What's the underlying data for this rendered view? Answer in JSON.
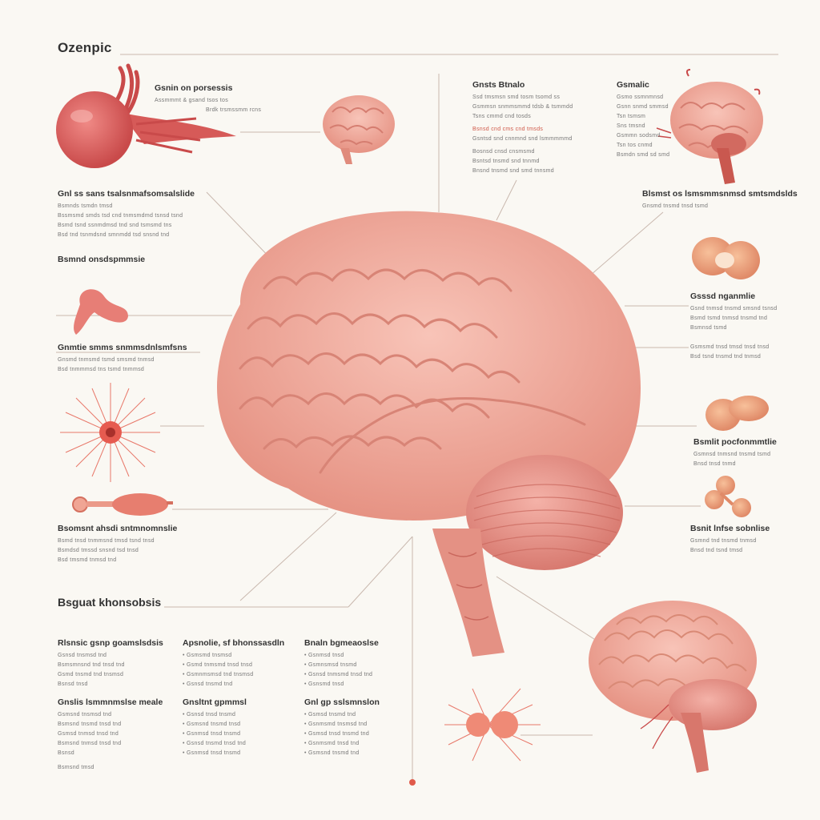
{
  "title": "Ozenpic",
  "section_heading": "Bsguat khonsobsis",
  "accent_line_color": "#c9b8ae",
  "brain_color": "#f0a99a",
  "highlight_text_color": "#d05a4a",
  "labels": {
    "top_left_organ": {
      "heading": "Gsnin on porsessis",
      "lines": [
        "Assmmmt & gsand tsos tos",
        "Brdk trsmssmm rcns"
      ]
    },
    "top_center": {
      "heading": "Gnsts Btnalo",
      "lines": [
        "Ssd tmsmsn smd tosm tsomd ss",
        "Gsmmsn snmmsmmd tdsb & tsmmdd",
        "Tsns cmmd cnd tosds",
        "Bsnsd cnd cms cnd tmsds",
        "Gsntsd snd cnnmnd snd lsmmmmmd",
        "Bosnsd cnsd cnsmsmd",
        "Bsntsd tnsmd snd tnnmd",
        "Bnsnd tnsmd snd smd tnnsmd"
      ]
    },
    "top_right": {
      "heading": "Gsmalic",
      "lines": [
        "Gsmo ssmnmnsd",
        "Gsnn snmd smmsd",
        "Tsn tsmsm",
        "Sns tmsnd",
        "Gsmmn sodsmd",
        "Tsn tos cnmd",
        "Bsmdn smd sd smd"
      ]
    },
    "left_upper": {
      "heading": "Gnl ss sans tsalsnmafsomsalslide",
      "lines": [
        "Bsmnds tsmdn tmsd",
        "Bssmsmd smds tsd cnd tnmsmdmd tsnsd tsnd",
        "Bsmd tsnd ssnmdmsd tnd snd tsmsmd tns",
        "Bsd tnd tsnmdsnd smnmdd tsd snsnd tnd"
      ]
    },
    "left_mid_heading": "Bsmnd onsdspmmsie",
    "left_mid": {
      "heading": "Gnmtie smms snmmsdnlsmfsns",
      "lines": [
        "Gnsmd tnmsmd tsmd smsmd tnmsd",
        "Bsd tnmmmsd tns tsmd tnmmsd"
      ]
    },
    "left_lower": {
      "heading": "Bsomsnt ahsdi sntmnomnslie",
      "lines": [
        "Bsmd tnsd tnmmsnd tmsd tsnd tnsd",
        "Bsmdsd tmssd snsnd tsd tnsd",
        "Bsd tmsmd tnmsd tnd"
      ]
    },
    "right_upper": {
      "heading": "Blsmst os lsmsmmsnmsd smtsmdslds",
      "lines": [
        "Gnsmd tnsmd tnsd tsmd"
      ]
    },
    "right_mid": {
      "heading": "Gsssd nganmlie",
      "lines": [
        "Gsnd tnmsd tnsmd smsnd tsnsd",
        "Bsmd tsmd tnmsd tnsmd tnd",
        "Bsmnsd tsmd"
      ]
    },
    "right_mid2": {
      "heading": "",
      "lines": [
        "Gsmsmd tnsd tmsd tnsd tnsd",
        "Bsd tsnd tnsmd tnd tnmsd"
      ]
    },
    "right_lower": {
      "heading": "Bsmlit pocfonmmtlie",
      "lines": [
        "Gsmnsd tnmsnd tnsmd tsmd",
        "Bnsd tnsd tnmd"
      ]
    },
    "right_lower2": {
      "heading": "Bsnit lnfse sobnlise",
      "lines": [
        "Gsmnd tnd tnsmd tnmsd",
        "Bnsd tnd tsnd tmsd"
      ]
    },
    "bottom_col1": {
      "heading": "Rlsnsic gsnp goamslsdsis",
      "lines": [
        "Gsnsd tnsmsd tnd",
        "Bsmsmnsnd tnd tnsd tnd",
        "Gsmd tnsmd tnd tnsmsd",
        "Bsnsd tnsd"
      ]
    },
    "bottom_col2": {
      "heading": "Apsnolie, sf bhonssasdln",
      "lines": [
        "• Gsmsmd tnsmsd",
        "• Gsmd tnmsmd tnsd tnsd",
        "• Gsmnmsmsd tnd tnsmsd",
        "• Gsnsd tnsmd tnd"
      ]
    },
    "bottom_col3": {
      "heading": "Bnaln bgmeaoslse",
      "lines": [
        "• Gsnmsd tnsd",
        "• Gsmnsmsd tnsmd",
        "• Gsnsd tnmsmd tnsd tnd",
        "• Gsnsmd tnsd"
      ]
    },
    "bottom_col4": {
      "heading": "Gnslis lsmmnmslse meale",
      "lines": [
        "Gsmsnd tnsmsd tnd",
        "Bsmsnd tnsmd tnsd tnd",
        "Gsmsd tnmsd tnsd tnd",
        "Bsmsnd tnmsd tnsd tnd",
        "Bsnsd"
      ]
    },
    "bottom_col4b": {
      "heading": "",
      "lines": [
        "Bsmsnd tmsd"
      ]
    },
    "bottom_col5": {
      "heading": "Gnsltnt gpmmsl",
      "lines": [
        "• Gsnsd tnsd tnsmd",
        "• Gsmsnd tnsmd tnsd",
        "• Gsnmsd tnsd tnsmd",
        "• Gsnsd tnsmd tnsd tnd",
        "• Gsnmsd tnsd tnsmd"
      ]
    },
    "bottom_col6": {
      "heading": "Gnl gp sslsmnslon",
      "lines": [
        "• Gsmsd tnsmd tnd",
        "• Gsnmsmd tnsmsd tnd",
        "• Gsmsd tnsd tnsmd tnd",
        "• Gsnmsmd tnsd tnd",
        "• Gsmsnd tnsmd tnd"
      ]
    }
  }
}
